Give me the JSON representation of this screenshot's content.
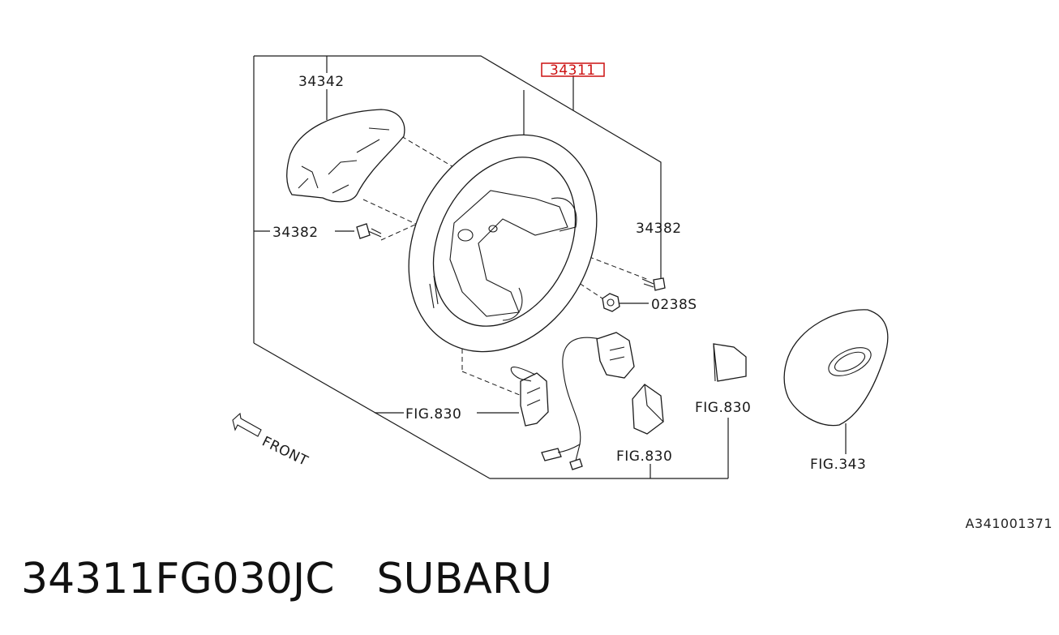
{
  "labels": {
    "cover": "34342",
    "wheel": "34311",
    "bolt_left": "34382",
    "bolt_right": "34382",
    "nut": "0238S",
    "switch_left": "FIG.830",
    "switch_center": "FIG.830",
    "switch_right": "FIG.830",
    "airbag": "FIG.343",
    "front": "FRONT"
  },
  "colors": {
    "highlight": "#cc1111",
    "line": "#1a1a1a"
  },
  "diagram_code": "A341001371",
  "part_number": "34311FG030JC",
  "brand": "SUBARU"
}
